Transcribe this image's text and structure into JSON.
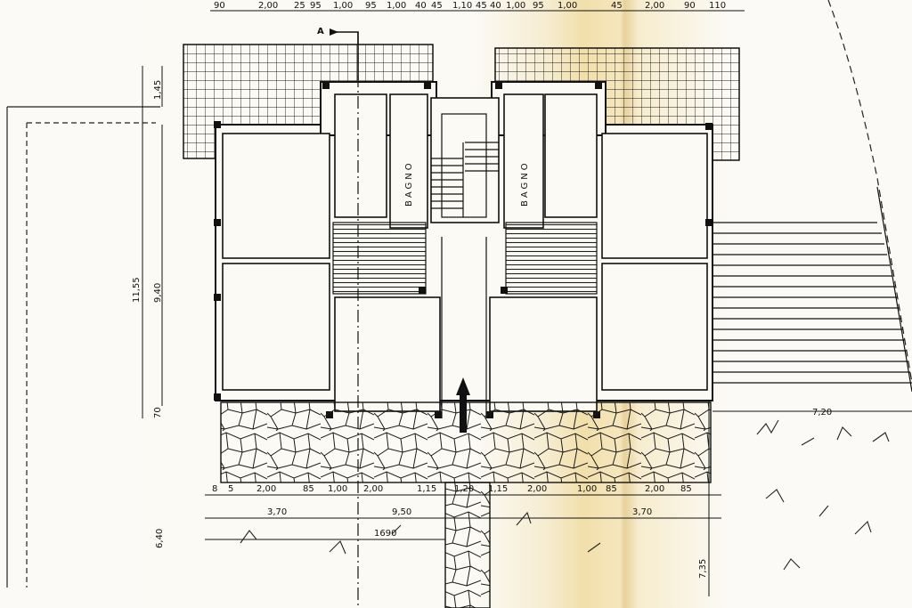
{
  "plan": {
    "section_marker": "A",
    "room_label_left": "BAGNO",
    "room_label_right": "BAGNO"
  },
  "dims_top": [
    "90",
    "2,00",
    "25",
    "95",
    "1,00",
    "95",
    "1,00",
    "40",
    "45",
    "1,10",
    "45",
    "40",
    "1,00",
    "95",
    "1,00",
    "45",
    "2,00",
    "90",
    "110"
  ],
  "dims_left": [
    "1,45",
    "11,55",
    "9,40",
    "70",
    "6,40"
  ],
  "dims_bottom_row1": [
    "8",
    "5",
    "2,00",
    "85",
    "1,00",
    "2,00",
    "1,15",
    "1,20",
    "1,15",
    "2,00",
    "1,00",
    "85",
    "2,00",
    "85"
  ],
  "dims_bottom_row2": [
    "3,70",
    "9,50",
    "3,70"
  ],
  "dims_bottom_row3": [
    "1690"
  ],
  "dims_right": [
    "7,20",
    "7,35"
  ]
}
